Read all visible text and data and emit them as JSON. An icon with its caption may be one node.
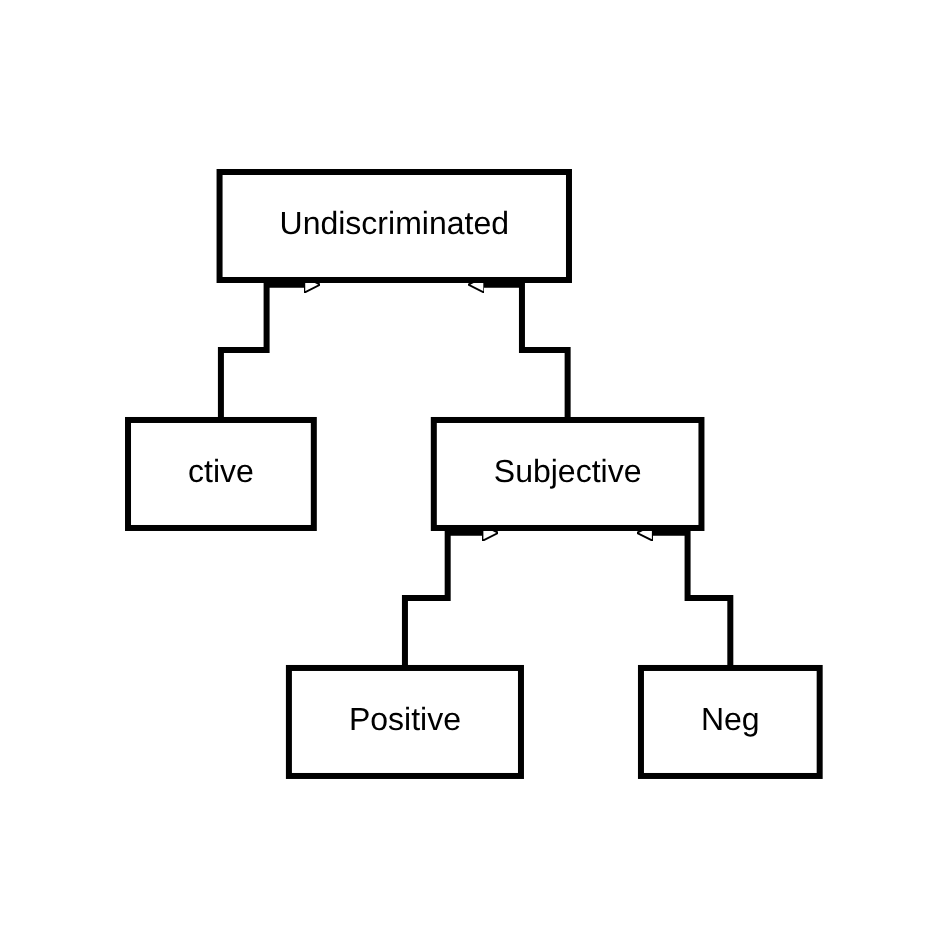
{
  "diagram": {
    "nodes": [
      {
        "text": [
          "Undiscriminated"
        ]
      },
      {
        "text": [
          "ctive"
        ]
      },
      {
        "text": [
          "Subjective"
        ]
      },
      {
        "text": [
          "Positive"
        ]
      },
      {
        "text": [
          "Neg"
        ]
      }
    ],
    "edges": [
      {
        "from": 1,
        "to": 0,
        "arrow": "to"
      },
      {
        "from": 2,
        "to": 0,
        "arrow": "to"
      },
      {
        "from": 3,
        "to": 2,
        "arrow": "to"
      },
      {
        "from": 4,
        "to": 2,
        "arrow": "to"
      }
    ]
  }
}
